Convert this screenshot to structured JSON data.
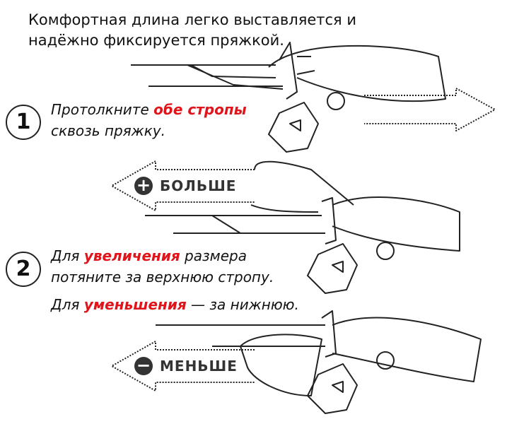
{
  "title": "Комфортная длина легко выставляется и надёжно фиксируется пряжкой.",
  "steps": [
    {
      "number": "1",
      "lines": [
        {
          "before": "Протолкните ",
          "em": "обе стропы",
          "after": ""
        },
        {
          "before": "сквозь пряжку.",
          "em": "",
          "after": ""
        }
      ]
    },
    {
      "number": "2",
      "lines": [
        {
          "before": "Для ",
          "em": "увеличения",
          "after": " размера"
        },
        {
          "before": "потяните за верхнюю стропу.",
          "em": "",
          "after": ""
        },
        {
          "before": "Для ",
          "em": "уменьшения",
          "after": " — за нижнюю."
        }
      ]
    }
  ],
  "arrows": {
    "more": {
      "sign": "+",
      "label": "БОЛЬШЕ"
    },
    "less": {
      "sign": "−",
      "label": "МЕНЬШЕ"
    }
  },
  "colors": {
    "accent": "#e0141a",
    "ink": "#222222"
  }
}
